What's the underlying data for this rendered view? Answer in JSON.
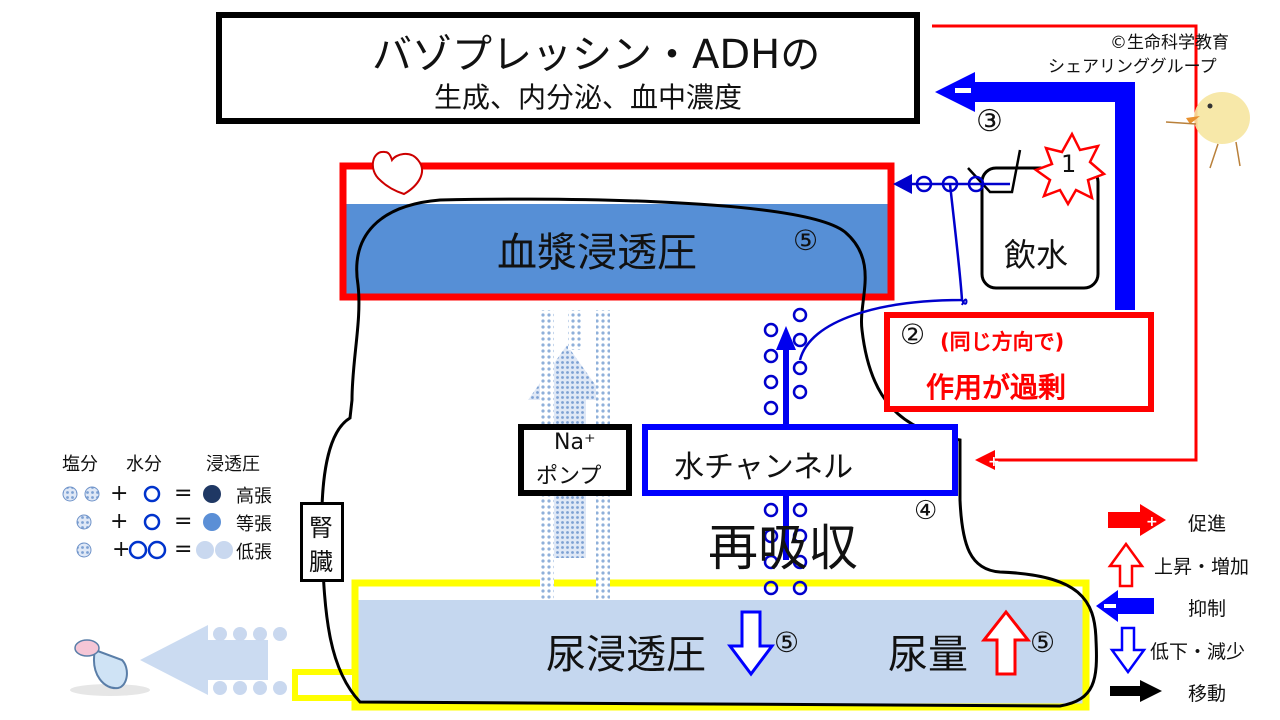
{
  "header": {
    "title_main": "バゾプレッシン・ADHの",
    "title_sub": "生成、内分泌、血中濃度"
  },
  "credit": {
    "line1": "©生命科学教育",
    "line2": "シェアリンググループ"
  },
  "nodes": {
    "plasma_osmolality": "血漿浸透圧",
    "drinking_water": "飲水",
    "excess": "作用が過剰",
    "same_direction": "(同じ方向で)",
    "na_pump_line1": "Na⁺",
    "na_pump_line2": "ポンプ",
    "water_channel": "水チャンネル",
    "reabsorption": "再吸収",
    "kidney_line1": "腎",
    "kidney_line2": "臓",
    "urine_osmolality": "尿浸透圧",
    "urine_volume": "尿量"
  },
  "markers": {
    "n1": "1",
    "n2": "②",
    "n3": "③",
    "n4": "④",
    "n5": "⑤"
  },
  "osmo_legend": {
    "header_salt": "塩分",
    "header_water": "水分",
    "header_osmo": "浸透圧",
    "rows": [
      {
        "result": "高張",
        "color": "#1f3864"
      },
      {
        "result": "等張",
        "color": "#5b8fd6"
      },
      {
        "result": "低張",
        "color": "#c9d8ef"
      }
    ],
    "plus": "+",
    "equals": "="
  },
  "legend": {
    "promote": "促進",
    "increase": "上昇・増加",
    "inhibit": "抑制",
    "decrease": "低下・減少",
    "move": "移動"
  },
  "colors": {
    "promote": "#ff0000",
    "inhibit": "#0000ff",
    "plasma": "#568fd6",
    "urine": "#c5d7ef",
    "urine_border": "#ffff00",
    "dots": "#8fb0da"
  }
}
